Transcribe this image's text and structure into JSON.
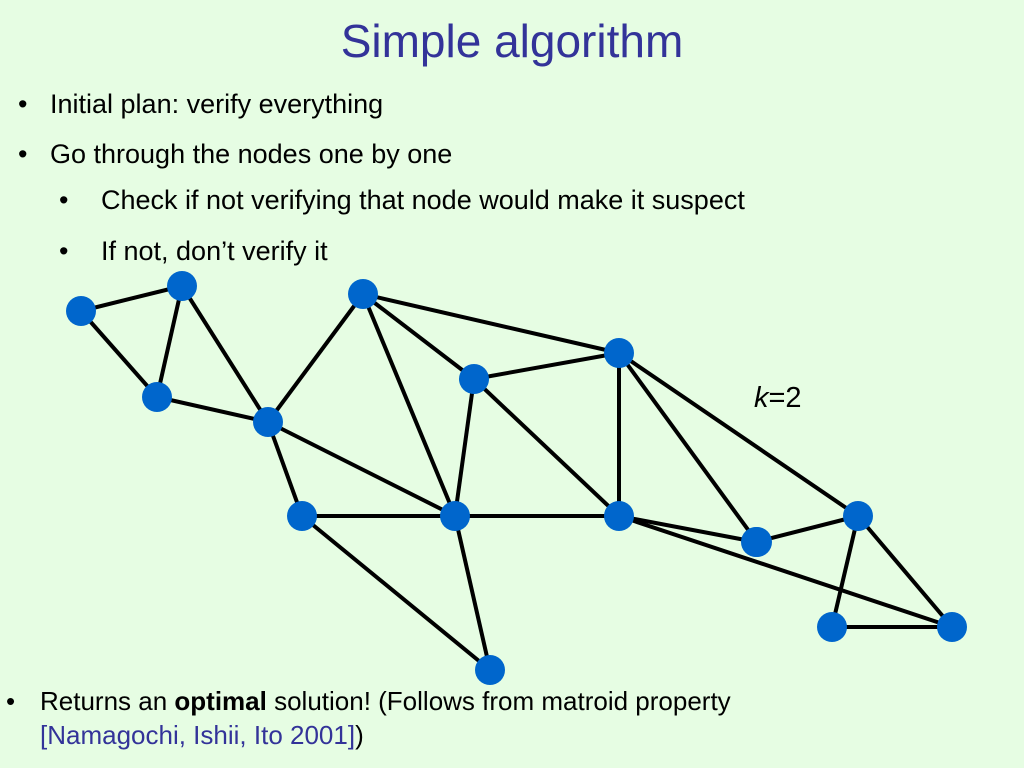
{
  "slide": {
    "title": "Simple algorithm",
    "bullet_symbol": "•",
    "bullets": [
      "Initial plan: verify everything",
      "Go through the nodes one by one",
      "Check if not verifying that node would make it suspect",
      "If not, don’t verify it"
    ],
    "k_label": {
      "variable": "k",
      "rest": "=2"
    },
    "bottom": {
      "part1": "Returns an ",
      "bold": "optimal",
      "part2": " solution!  (Follows from matroid property ",
      "citation": "[Namagochi, Ishii, Ito 2001]",
      "part3": ")"
    }
  },
  "colors": {
    "background": "#e6fde3",
    "title": "#333399",
    "node": "#0066cc",
    "edge": "#000000",
    "citation": "#333399"
  },
  "graph": {
    "nodes": [
      "n1",
      "n2",
      "n3",
      "n4",
      "n5",
      "n6",
      "n7",
      "n8",
      "n9",
      "n10",
      "n11",
      "n12",
      "n13",
      "n14",
      "n15",
      "n16"
    ],
    "edges": [
      [
        "n1",
        "n2"
      ],
      [
        "n1",
        "n3"
      ],
      [
        "n2",
        "n3"
      ],
      [
        "n2",
        "n4"
      ],
      [
        "n3",
        "n4"
      ],
      [
        "n4",
        "n5"
      ],
      [
        "n4",
        "n9"
      ],
      [
        "n4",
        "n10"
      ],
      [
        "n5",
        "n6"
      ],
      [
        "n5",
        "n7"
      ],
      [
        "n5",
        "n10"
      ],
      [
        "n6",
        "n7"
      ],
      [
        "n6",
        "n10"
      ],
      [
        "n6",
        "n11"
      ],
      [
        "n7",
        "n8"
      ],
      [
        "n7",
        "n11"
      ],
      [
        "n7",
        "n13"
      ],
      [
        "n9",
        "n10"
      ],
      [
        "n9",
        "n14"
      ],
      [
        "n10",
        "n11"
      ],
      [
        "n10",
        "n14"
      ],
      [
        "n11",
        "n12"
      ],
      [
        "n11",
        "n16"
      ],
      [
        "n12",
        "n13"
      ],
      [
        "n13",
        "n16"
      ],
      [
        "n13",
        "n15"
      ],
      [
        "n15",
        "n16"
      ]
    ]
  }
}
